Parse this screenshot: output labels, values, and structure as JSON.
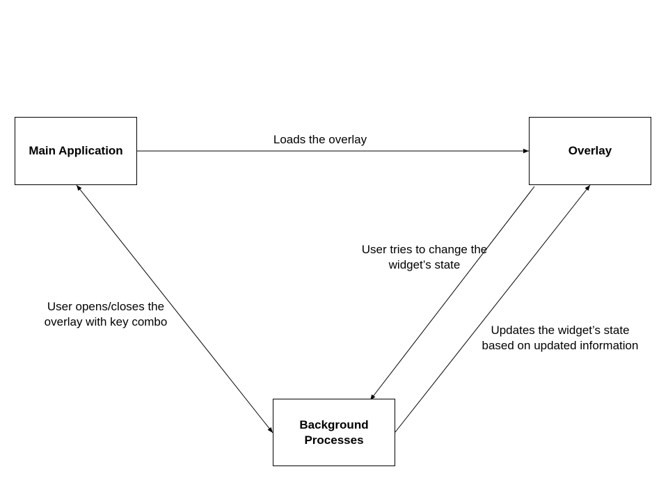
{
  "nodes": {
    "main": {
      "label": "Main Application"
    },
    "overlay": {
      "label": "Overlay"
    },
    "background": {
      "label": "Background Processes"
    }
  },
  "edges": {
    "loads": {
      "label": "Loads the overlay"
    },
    "opens_closes": {
      "label": "User opens/closes the overlay with key combo"
    },
    "change_state": {
      "label": "User tries to change the widget’s state"
    },
    "update_state": {
      "label": "Updates the widget’s state based on updated information"
    }
  }
}
